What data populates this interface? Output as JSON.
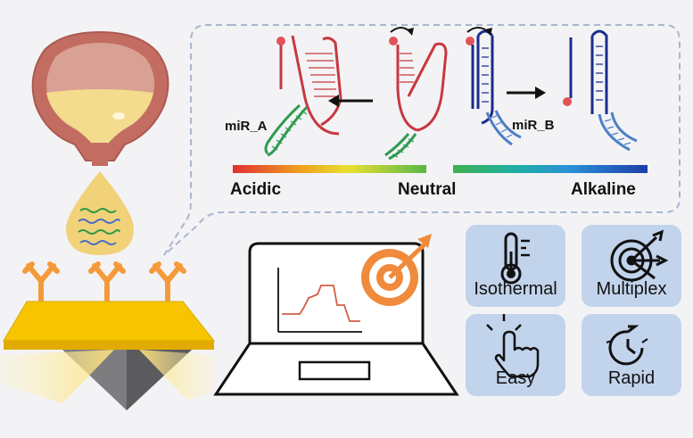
{
  "labels": {
    "mir_a": "miR_A",
    "mir_b": "miR_B",
    "acidic": "Acidic",
    "neutral": "Neutral",
    "alkaline": "Alkaline"
  },
  "features": {
    "isothermal": "Isothermal",
    "multiplex": "Multiplex",
    "easy": "Easy",
    "rapid": "Rapid"
  },
  "colors": {
    "red_strand": "#c8383f",
    "green_strand": "#2e9b4f",
    "navy_strand": "#1a2d8a",
    "blue_strand": "#4d7fc6",
    "target_orange": "#f08a3c",
    "antibody_orange": "#f59a3a",
    "chip_yellow": "#f7c400",
    "feature_bg": "#c2d3ec"
  },
  "icons": [
    "bladder-icon",
    "urine-drop-icon",
    "antibody-icon",
    "sensor-chip-icon",
    "laptop-icon",
    "target-icon",
    "thermometer-icon",
    "multi-target-icon",
    "tap-hand-icon",
    "stopwatch-icon"
  ]
}
